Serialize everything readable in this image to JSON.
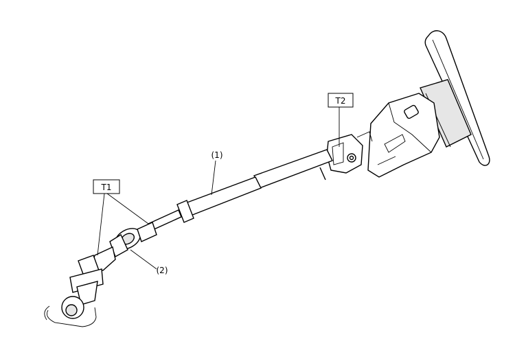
{
  "callouts": {
    "part_1": "(1)",
    "part_2": "(2)",
    "torque_1": "T1",
    "torque_2": "T2"
  },
  "colors": {
    "line": "#000000",
    "background": "#ffffff"
  }
}
